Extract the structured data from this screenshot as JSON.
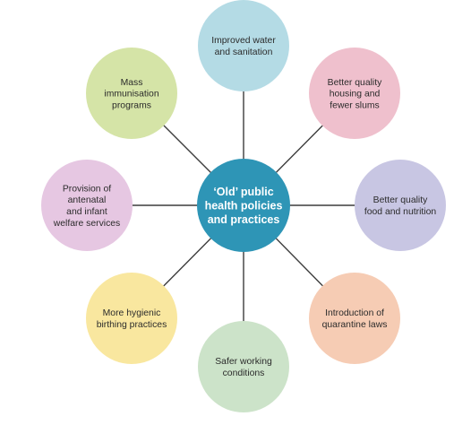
{
  "diagram": {
    "center": {
      "lines": [
        "‘Old’ public",
        "health policies",
        "and practices"
      ],
      "color": "#2e95b6"
    },
    "spoke_color": "#3d3d3d",
    "nodes": [
      {
        "id": "water",
        "lines": [
          "Improved water",
          "and sanitation"
        ],
        "color": "#b4dbe5"
      },
      {
        "id": "housing",
        "lines": [
          "Better quality",
          "housing and",
          "fewer slums"
        ],
        "color": "#efc0cd"
      },
      {
        "id": "food",
        "lines": [
          "Better quality",
          "food and nutrition"
        ],
        "color": "#c8c6e3"
      },
      {
        "id": "quarantine",
        "lines": [
          "Introduction of",
          "quarantine laws"
        ],
        "color": "#f6ccb4"
      },
      {
        "id": "working",
        "lines": [
          "Safer working",
          "conditions"
        ],
        "color": "#cce3c9"
      },
      {
        "id": "birthing",
        "lines": [
          "More hygienic",
          "birthing practices"
        ],
        "color": "#f9e79f"
      },
      {
        "id": "antenatal",
        "lines": [
          "Provision of",
          "antenatal",
          "and infant",
          "welfare services"
        ],
        "color": "#e6c7e2"
      },
      {
        "id": "immunisation",
        "lines": [
          "Mass",
          "immunisation",
          "programs"
        ],
        "color": "#d5e4a7"
      }
    ]
  }
}
